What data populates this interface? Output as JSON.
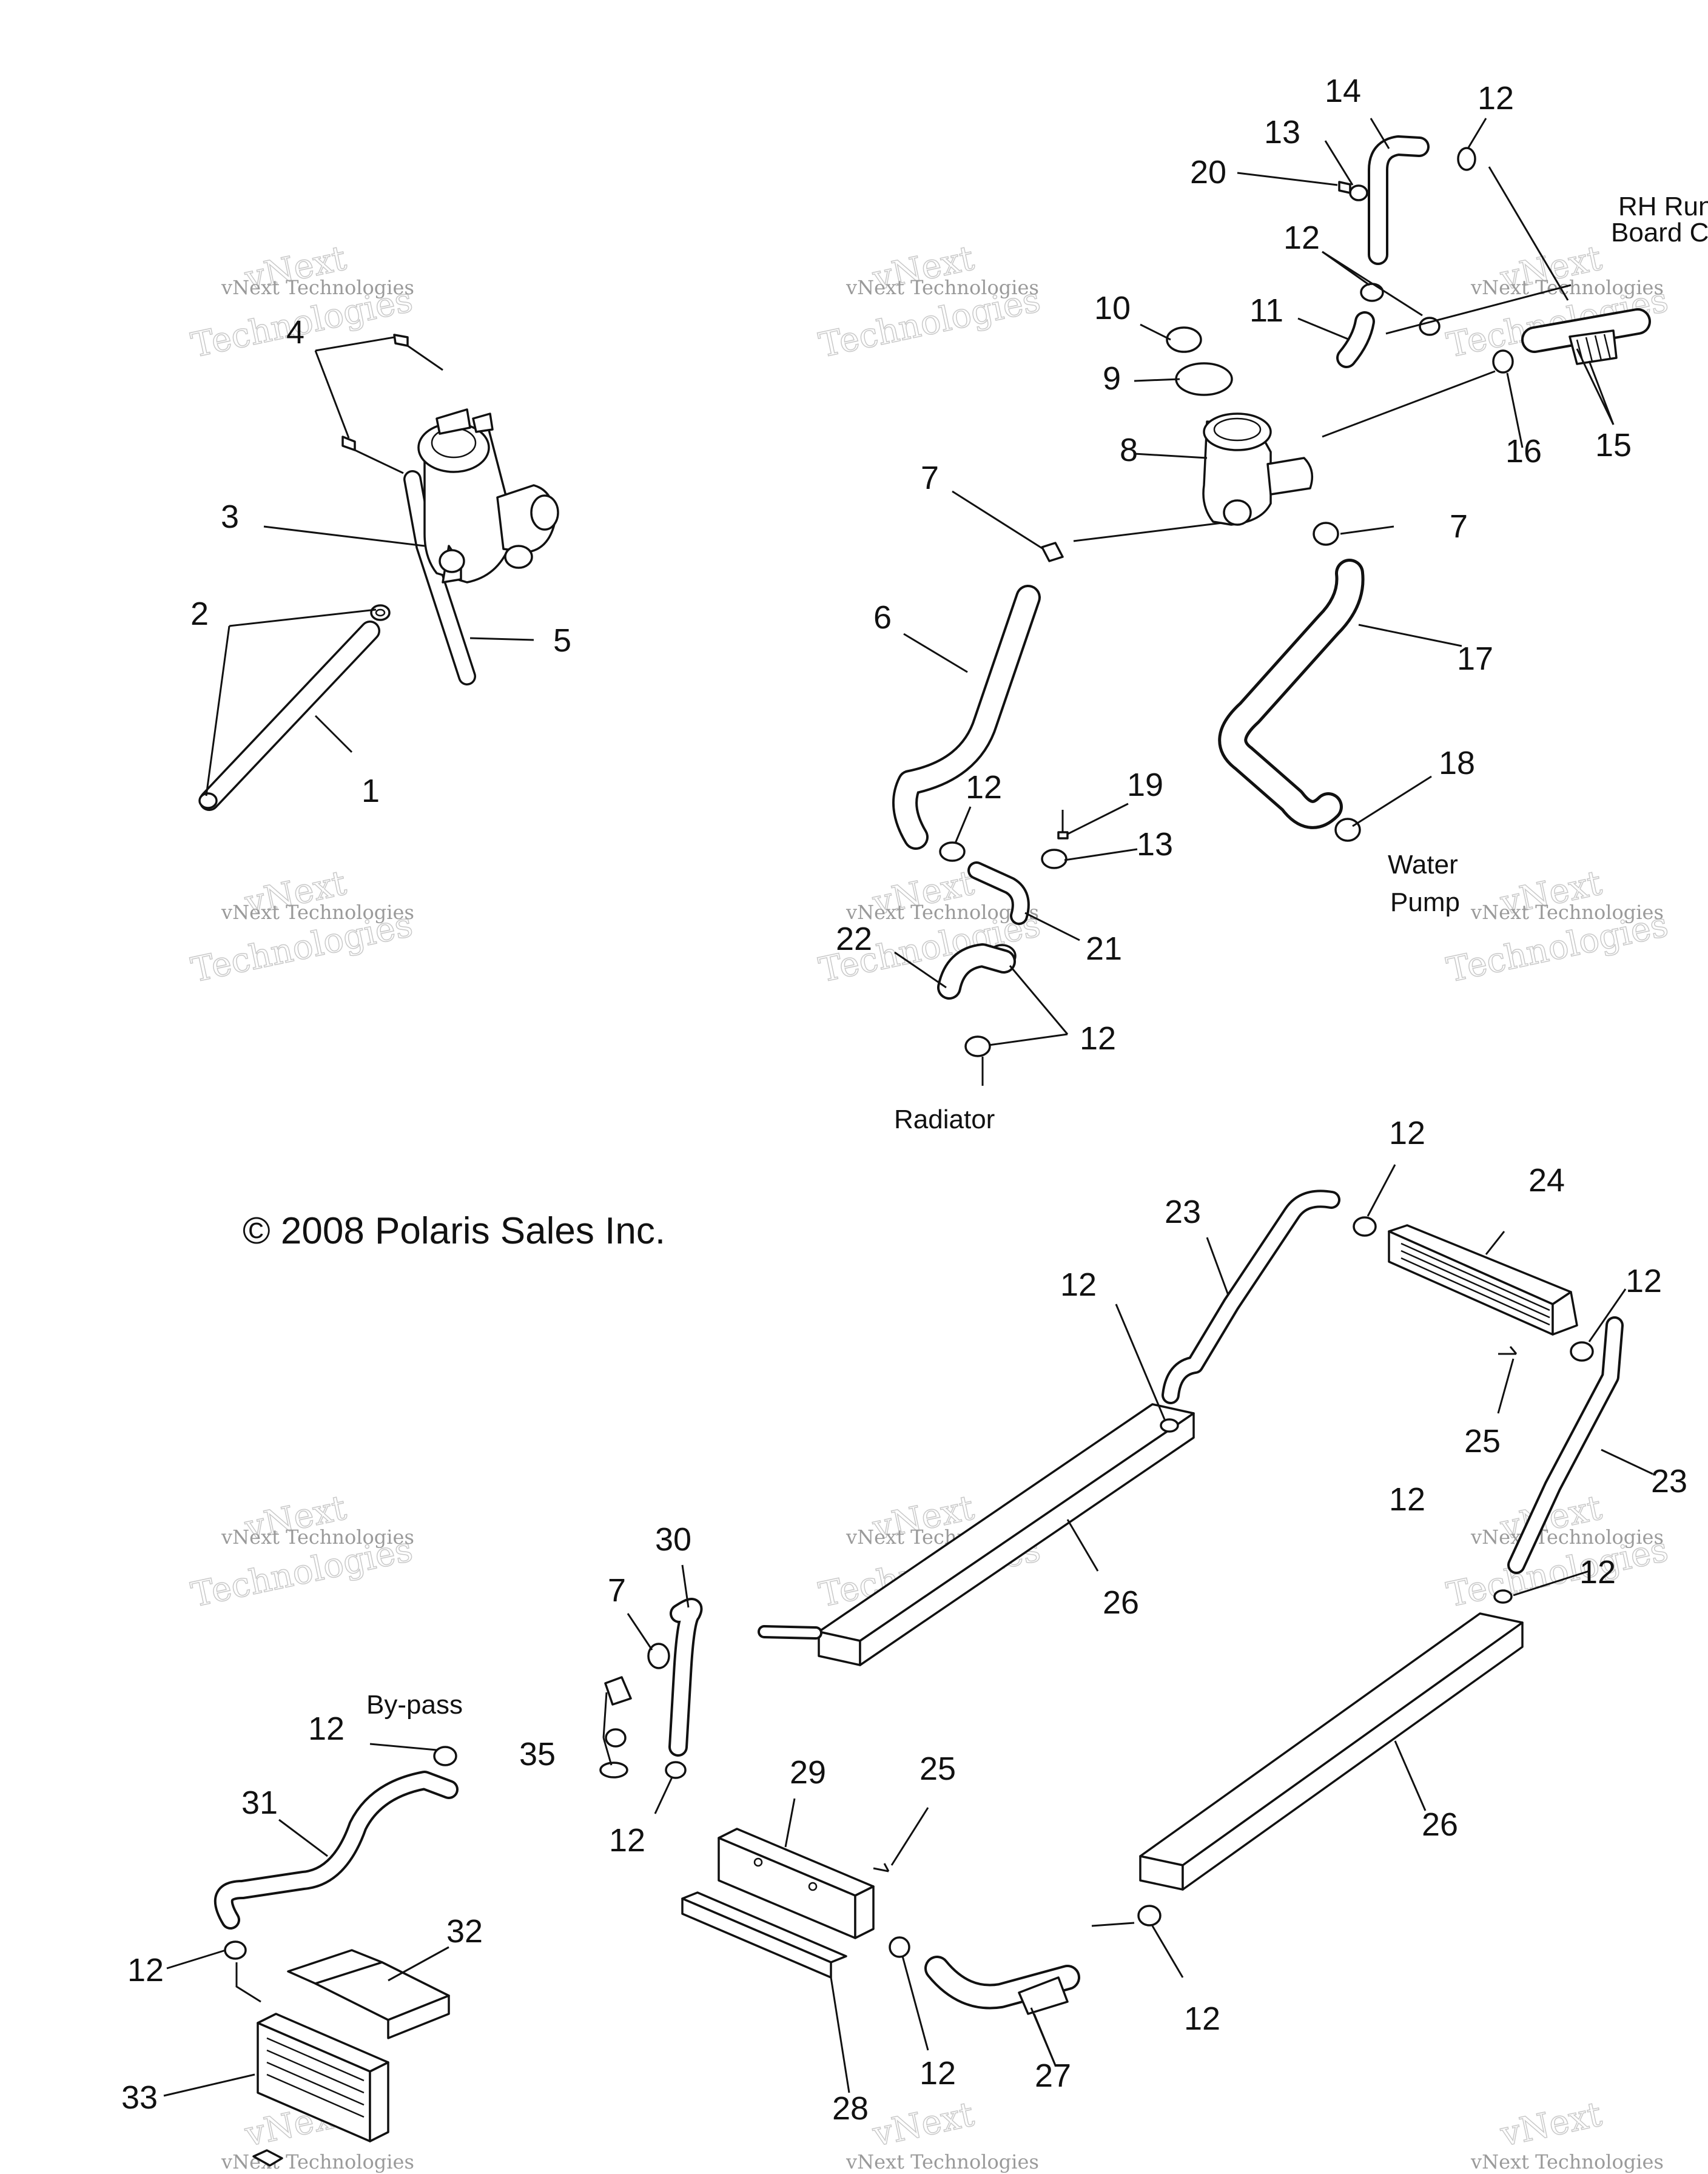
{
  "diagram": {
    "copyright": "© 2008 Polaris Sales Inc.",
    "watermark": {
      "line1": "vNext",
      "line2": "Technologies",
      "small": "vNext Technologies"
    },
    "notes": {
      "rh_running_board_1": "RH Run",
      "rh_running_board_2": "Board C",
      "water_pump_1": "Water",
      "water_pump_2": "Pump",
      "radiator": "Radiator",
      "bypass": "By-pass"
    },
    "callouts": [
      {
        "id": "c1",
        "text": "1"
      },
      {
        "id": "c2",
        "text": "2"
      },
      {
        "id": "c3",
        "text": "3"
      },
      {
        "id": "c4",
        "text": "4"
      },
      {
        "id": "c5",
        "text": "5"
      },
      {
        "id": "c6",
        "text": "6"
      },
      {
        "id": "c7a",
        "text": "7"
      },
      {
        "id": "c7b",
        "text": "7"
      },
      {
        "id": "c7c",
        "text": "7"
      },
      {
        "id": "c8",
        "text": "8"
      },
      {
        "id": "c9",
        "text": "9"
      },
      {
        "id": "c10",
        "text": "10"
      },
      {
        "id": "c11",
        "text": "11"
      },
      {
        "id": "c12a",
        "text": "12"
      },
      {
        "id": "c12b",
        "text": "12"
      },
      {
        "id": "c12c",
        "text": "12"
      },
      {
        "id": "c12d",
        "text": "12"
      },
      {
        "id": "c12e",
        "text": "12"
      },
      {
        "id": "c12f",
        "text": "12"
      },
      {
        "id": "c12g",
        "text": "12"
      },
      {
        "id": "c12h",
        "text": "12"
      },
      {
        "id": "c12i",
        "text": "12"
      },
      {
        "id": "c12j",
        "text": "12"
      },
      {
        "id": "c12k",
        "text": "12"
      },
      {
        "id": "c12l",
        "text": "12"
      },
      {
        "id": "c12m",
        "text": "12"
      },
      {
        "id": "c12n",
        "text": "12"
      },
      {
        "id": "c13a",
        "text": "13"
      },
      {
        "id": "c13b",
        "text": "13"
      },
      {
        "id": "c14",
        "text": "14"
      },
      {
        "id": "c15",
        "text": "15"
      },
      {
        "id": "c16",
        "text": "16"
      },
      {
        "id": "c17",
        "text": "17"
      },
      {
        "id": "c18",
        "text": "18"
      },
      {
        "id": "c19",
        "text": "19"
      },
      {
        "id": "c20",
        "text": "20"
      },
      {
        "id": "c21",
        "text": "21"
      },
      {
        "id": "c22",
        "text": "22"
      },
      {
        "id": "c23a",
        "text": "23"
      },
      {
        "id": "c23b",
        "text": "23"
      },
      {
        "id": "c24",
        "text": "24"
      },
      {
        "id": "c25a",
        "text": "25"
      },
      {
        "id": "c25b",
        "text": "25"
      },
      {
        "id": "c26a",
        "text": "26"
      },
      {
        "id": "c26b",
        "text": "26"
      },
      {
        "id": "c27",
        "text": "27"
      },
      {
        "id": "c28",
        "text": "28"
      },
      {
        "id": "c29",
        "text": "29"
      },
      {
        "id": "c30",
        "text": "30"
      },
      {
        "id": "c31",
        "text": "31"
      },
      {
        "id": "c32",
        "text": "32"
      },
      {
        "id": "c33",
        "text": "33"
      },
      {
        "id": "c35",
        "text": "35"
      }
    ]
  }
}
